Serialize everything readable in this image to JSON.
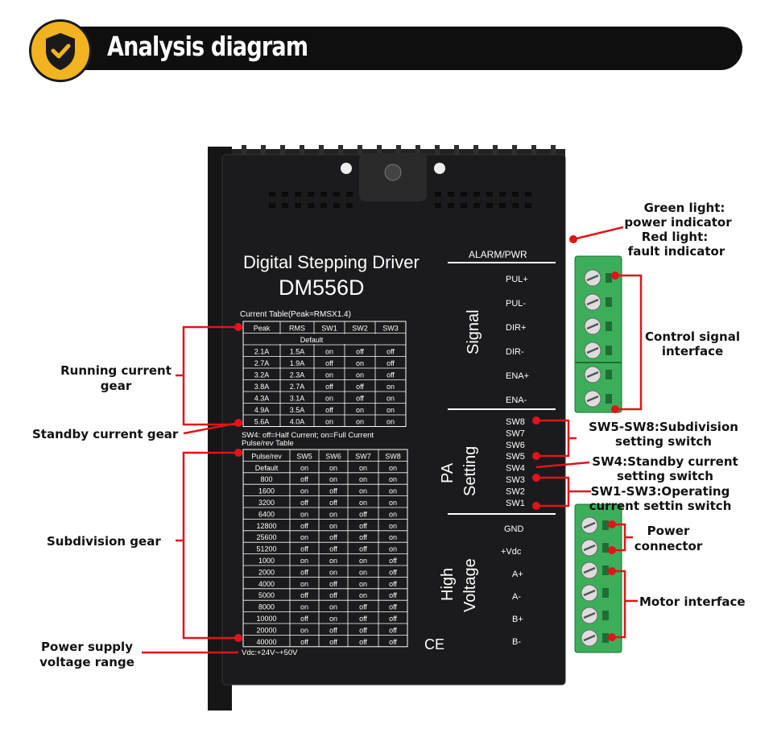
{
  "header": {
    "title": "Analysis diagram",
    "icon": "shield-check-icon",
    "accent_color": "#f1b320"
  },
  "device": {
    "title": "Digital Stepping Driver",
    "model": "DM556D",
    "alarm_label": "ALARM/PWR",
    "current_table_caption": "Current Table(Peak=RMSX1.4)",
    "current_table": {
      "headers": [
        "Peak",
        "RMS",
        "SW1",
        "SW2",
        "SW3"
      ],
      "default_label": "Default",
      "rows": [
        [
          "2.1A",
          "1.5A",
          "on",
          "off",
          "off"
        ],
        [
          "2.7A",
          "1.9A",
          "off",
          "on",
          "off"
        ],
        [
          "3.2A",
          "2.3A",
          "on",
          "on",
          "off"
        ],
        [
          "3.8A",
          "2.7A",
          "off",
          "off",
          "on"
        ],
        [
          "4.3A",
          "3.1A",
          "on",
          "off",
          "on"
        ],
        [
          "4.9A",
          "3.5A",
          "off",
          "on",
          "on"
        ],
        [
          "5.6A",
          "4.0A",
          "on",
          "on",
          "on"
        ]
      ]
    },
    "sw4_note": "SW4: off=Half Current; on=Full Current",
    "pulse_table_caption": "Pulse/rev Table",
    "pulse_table": {
      "headers": [
        "Pulse/rev",
        "SW5",
        "SW6",
        "SW7",
        "SW8"
      ],
      "rows": [
        [
          "Default",
          "on",
          "on",
          "on",
          "on"
        ],
        [
          "800",
          "off",
          "on",
          "on",
          "on"
        ],
        [
          "1600",
          "on",
          "off",
          "on",
          "on"
        ],
        [
          "3200",
          "off",
          "off",
          "on",
          "on"
        ],
        [
          "6400",
          "on",
          "on",
          "off",
          "on"
        ],
        [
          "12800",
          "off",
          "on",
          "off",
          "on"
        ],
        [
          "25600",
          "on",
          "off",
          "off",
          "on"
        ],
        [
          "51200",
          "off",
          "off",
          "off",
          "on"
        ],
        [
          "1000",
          "on",
          "on",
          "on",
          "off"
        ],
        [
          "2000",
          "off",
          "on",
          "on",
          "off"
        ],
        [
          "4000",
          "on",
          "off",
          "on",
          "off"
        ],
        [
          "5000",
          "off",
          "off",
          "on",
          "off"
        ],
        [
          "8000",
          "on",
          "on",
          "off",
          "off"
        ],
        [
          "10000",
          "off",
          "on",
          "off",
          "off"
        ],
        [
          "20000",
          "on",
          "off",
          "off",
          "off"
        ],
        [
          "40000",
          "off",
          "off",
          "off",
          "off"
        ]
      ]
    },
    "voltage_note": "Vdc:+24V~+50V",
    "ce_mark": "CE",
    "section_signal": "Signal",
    "section_pa_1": "PA",
    "section_pa_2": "Setting",
    "section_hv_1": "High",
    "section_hv_2": "Voltage",
    "signal_pins": [
      "PUL+",
      "PUL-",
      "DIR+",
      "DIR-",
      "ENA+",
      "ENA-"
    ],
    "switch_pins": [
      "SW8",
      "SW7",
      "SW6",
      "SW5",
      "SW4",
      "SW3",
      "SW2",
      "SW1"
    ],
    "power_pins": [
      "GND",
      "+Vdc",
      "A+",
      "A-",
      "B+",
      "B-"
    ]
  },
  "annotations": {
    "green_light_1": "Green light:",
    "green_light_2": "power indicator",
    "red_light_1": "Red light:",
    "red_light_2": "fault indicator",
    "control_1": "Control signal",
    "control_2": "interface",
    "running_1": "Running current",
    "running_2": "gear",
    "standby": "Standby current gear",
    "subdivision": "Subdivision gear",
    "power_supply_1": "Power supply",
    "power_supply_2": "voltage range",
    "sw58_1": "SW5-SW8:Subdivision",
    "sw58_2": "setting switch",
    "sw4_1": "SW4:Standby current",
    "sw4_2": "setting switch",
    "sw13_1": "SW1-SW3:Operating",
    "sw13_2": "current settin switch",
    "power_conn_1": "Power",
    "power_conn_2": "connector",
    "motor": "Motor interface"
  },
  "colors": {
    "leader": "#e0141a",
    "panel": "#1b1b1d",
    "terminal": "#3cae5a"
  }
}
